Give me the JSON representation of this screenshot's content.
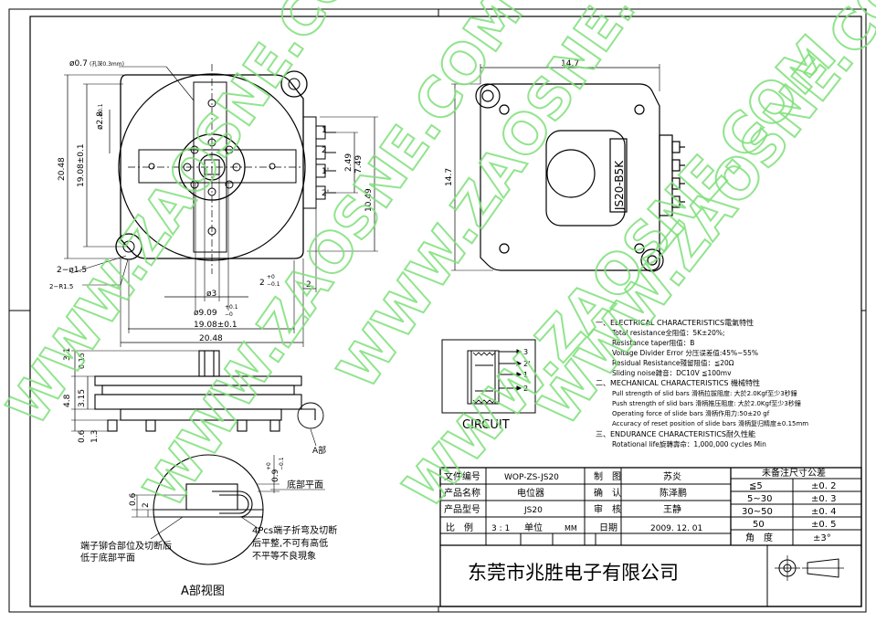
{
  "watermark": "WWW.ZAOSNE.COM",
  "front_view": {
    "hole_note": "ø0.7",
    "hole_note_sub": "(孔深0.3mm)",
    "dim_2_8": "ø2.8",
    "dim_2_8_tol": "±0.1",
    "dim_20_48_v": "20.48",
    "dim_19_08_v": "19.08±0.1",
    "dim_2_phi_1_5": "2−ø1.5",
    "dim_2_r_1_5": "2−R1.5",
    "dim_phi_3": "ø3",
    "dim_2_tol": "2",
    "dim_2_tol_up": "+0",
    "dim_2_tol_dn": "−0.1",
    "dim_phi_9_09": "ø9.09",
    "dim_phi_9_09_tol_up": "+0.1",
    "dim_phi_9_09_tol_dn": "−0",
    "dim_19_08_h": "19.08±0.1",
    "dim_20_48_h": "20.48",
    "dim_2_right": "2",
    "dim_2_49": "2.49",
    "dim_7_49": "7.49",
    "dim_10_49": "10.49",
    "pin_1": "1",
    "pin_1p": "1'",
    "pin_2": "2",
    "pin_2p": "2'"
  },
  "back_view": {
    "dim_14_7_h": "14.7",
    "dim_14_7_v": "14.7",
    "label": "JS20-B5K"
  },
  "side_view": {
    "dim_3_1": "3.1",
    "dim_0_15": "0.15",
    "dim_4_8": "4.8",
    "dim_3_15": "3.15",
    "dim_0_6": "0.6",
    "dim_1_3": "1.3",
    "section_label": "A部"
  },
  "detail_view": {
    "dim_0_6": "0.6",
    "dim_2": "2",
    "dim_0_9": "0.9",
    "dim_0_9_tol_up": "+0",
    "dim_0_9_tol_dn": "−0.1",
    "note_bottom": "底部平面",
    "note_left_1": "端子铆合部位及切断后",
    "note_left_2": "低于底部平面",
    "note_right_1": "4Pcs端子折弯及切断",
    "note_right_2": "后平整,不可有高低",
    "note_right_3": "不平等不良現象",
    "title": "A部视图"
  },
  "circuit": {
    "title": "CIRCUIT",
    "pins": [
      "3",
      "2'",
      "1",
      "2"
    ]
  },
  "specs": [
    "一、ELECTRICAL CHARACTERISTICS電氣特性",
    "Total resistance全阻值：5K±20%;",
    "Resistance taper阻值：B",
    "Voltage Divider Error 分压误差值:45%~55%",
    "Residual Resistance殘留阻值：≦20Ω",
    "Sliding noise雜音：DC10V ≦100mv",
    "二、MECHANICAL CHARACTERISTICS 機械特性",
    "Pull strength of slid bars 滑柄拉拔阻度: 大於2.0Kgf至少3秒鐘",
    "Push strength of slid bars 滑柄推压阻度: 大於2.0Kgf至少3秒鐘",
    "Operating force of slide bars 滑柄作用力:50±20 gf",
    "Accuracy of reset position of slide bars 滑柄复归精度±0.15mm",
    "三、ENDURANCE CHARACTERISTICS耐久性能",
    "Rotational life旋轉壽命：1,000,000 cycles Min"
  ],
  "title_block": {
    "r1": [
      "文件编号",
      "WOP-ZS-JS20",
      "制　图",
      "苏炎"
    ],
    "r2": [
      "产品名称",
      "电位器",
      "确　认",
      "陈泽鹏"
    ],
    "r3": [
      "产品型号",
      "JS20",
      "审　核",
      "王静"
    ],
    "r4": [
      "比　例",
      "3 : 1",
      "单位",
      "MM",
      "日期",
      "2009. 12. 01"
    ],
    "company": "东莞市兆胜电子有限公司"
  },
  "tolerance": {
    "header": "未备注尺寸公差",
    "rows": [
      [
        "≦5",
        "±0. 2"
      ],
      [
        "5~30",
        "±0. 3"
      ],
      [
        "30~50",
        "±0. 4"
      ],
      [
        "50",
        "±0. 5"
      ],
      [
        "角　度",
        "±3°"
      ]
    ]
  }
}
